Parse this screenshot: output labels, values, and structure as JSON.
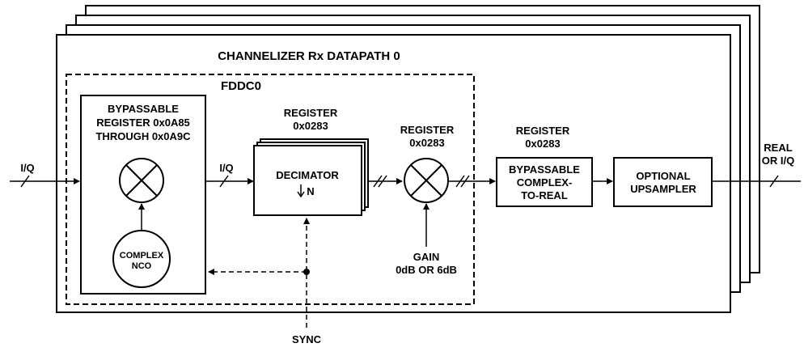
{
  "diagram": {
    "title": "CHANNELIZER Rx DATAPATH 0",
    "fddc_label": "FDDC0",
    "input_label": "I/Q",
    "output_label_line1": "REAL",
    "output_label_line2": "OR I/Q",
    "nco_block": {
      "header_line1": "BYPASSABLE",
      "header_line2": "REGISTER 0x0A85",
      "header_line3": "THROUGH 0x0A9C",
      "nco_line1": "COMPLEX",
      "nco_line2": "NCO"
    },
    "internal_iq_label": "I/Q",
    "decimator": {
      "register_line1": "REGISTER",
      "register_line2": "0x0283",
      "label": "DECIMATOR",
      "factor": "N"
    },
    "gain_mixer": {
      "register_line1": "REGISTER",
      "register_line2": "0x0283",
      "gain_line1": "GAIN",
      "gain_line2": "0dB OR 6dB"
    },
    "complex_to_real": {
      "register_line1": "REGISTER",
      "register_line2": "0x0283",
      "line1": "BYPASSABLE",
      "line2": "COMPLEX-",
      "line3": "TO-REAL"
    },
    "upsampler": {
      "line1": "OPTIONAL",
      "line2": "UPSAMPLER"
    },
    "sync_label": "SYNC"
  }
}
